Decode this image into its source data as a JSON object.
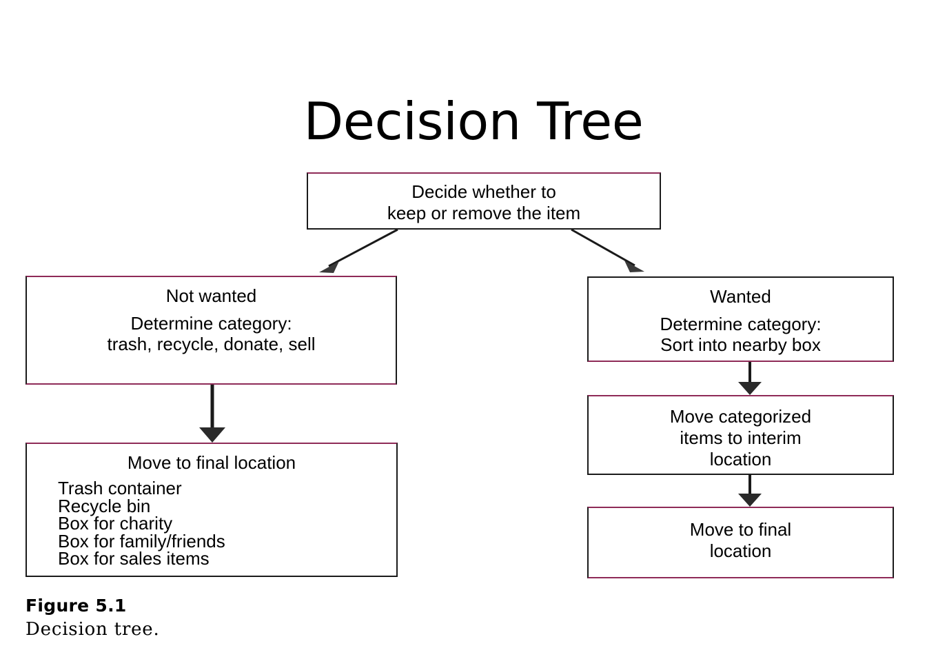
{
  "slide": {
    "title": "Decision Tree"
  },
  "diagram": {
    "type": "decision-tree-flowchart",
    "nodes": {
      "root": {
        "line1": "Decide whether to",
        "line2": "keep or remove the item"
      },
      "not_wanted": {
        "heading": "Not wanted",
        "line1": "Determine category:",
        "line2": "trash, recycle, donate, sell"
      },
      "final_left": {
        "heading": "Move to final location",
        "items": [
          "Trash container",
          "Recycle bin",
          "Box for charity",
          "Box for family/friends",
          "Box for sales items"
        ]
      },
      "wanted": {
        "heading": "Wanted",
        "line1": "Determine category:",
        "line2": "Sort into nearby box"
      },
      "interim": {
        "line1": "Move categorized",
        "line2": "items to interim",
        "line3": "location"
      },
      "final_right": {
        "line1": "Move to final",
        "line2": "location"
      }
    },
    "edges": [
      {
        "from": "root",
        "to": "not_wanted",
        "style": "diagonal-arrow"
      },
      {
        "from": "root",
        "to": "wanted",
        "style": "diagonal-arrow"
      },
      {
        "from": "not_wanted",
        "to": "final_left",
        "style": "vertical-arrow"
      },
      {
        "from": "wanted",
        "to": "interim",
        "style": "vertical-arrow"
      },
      {
        "from": "interim",
        "to": "final_right",
        "style": "vertical-arrow"
      }
    ]
  },
  "caption": {
    "label": "Figure 5.1",
    "text": "Decision tree."
  },
  "colors": {
    "background": "#ffffff",
    "ink": "#000000",
    "box_border": "#1a1a1a",
    "scan_tint": "#8e2a57"
  }
}
